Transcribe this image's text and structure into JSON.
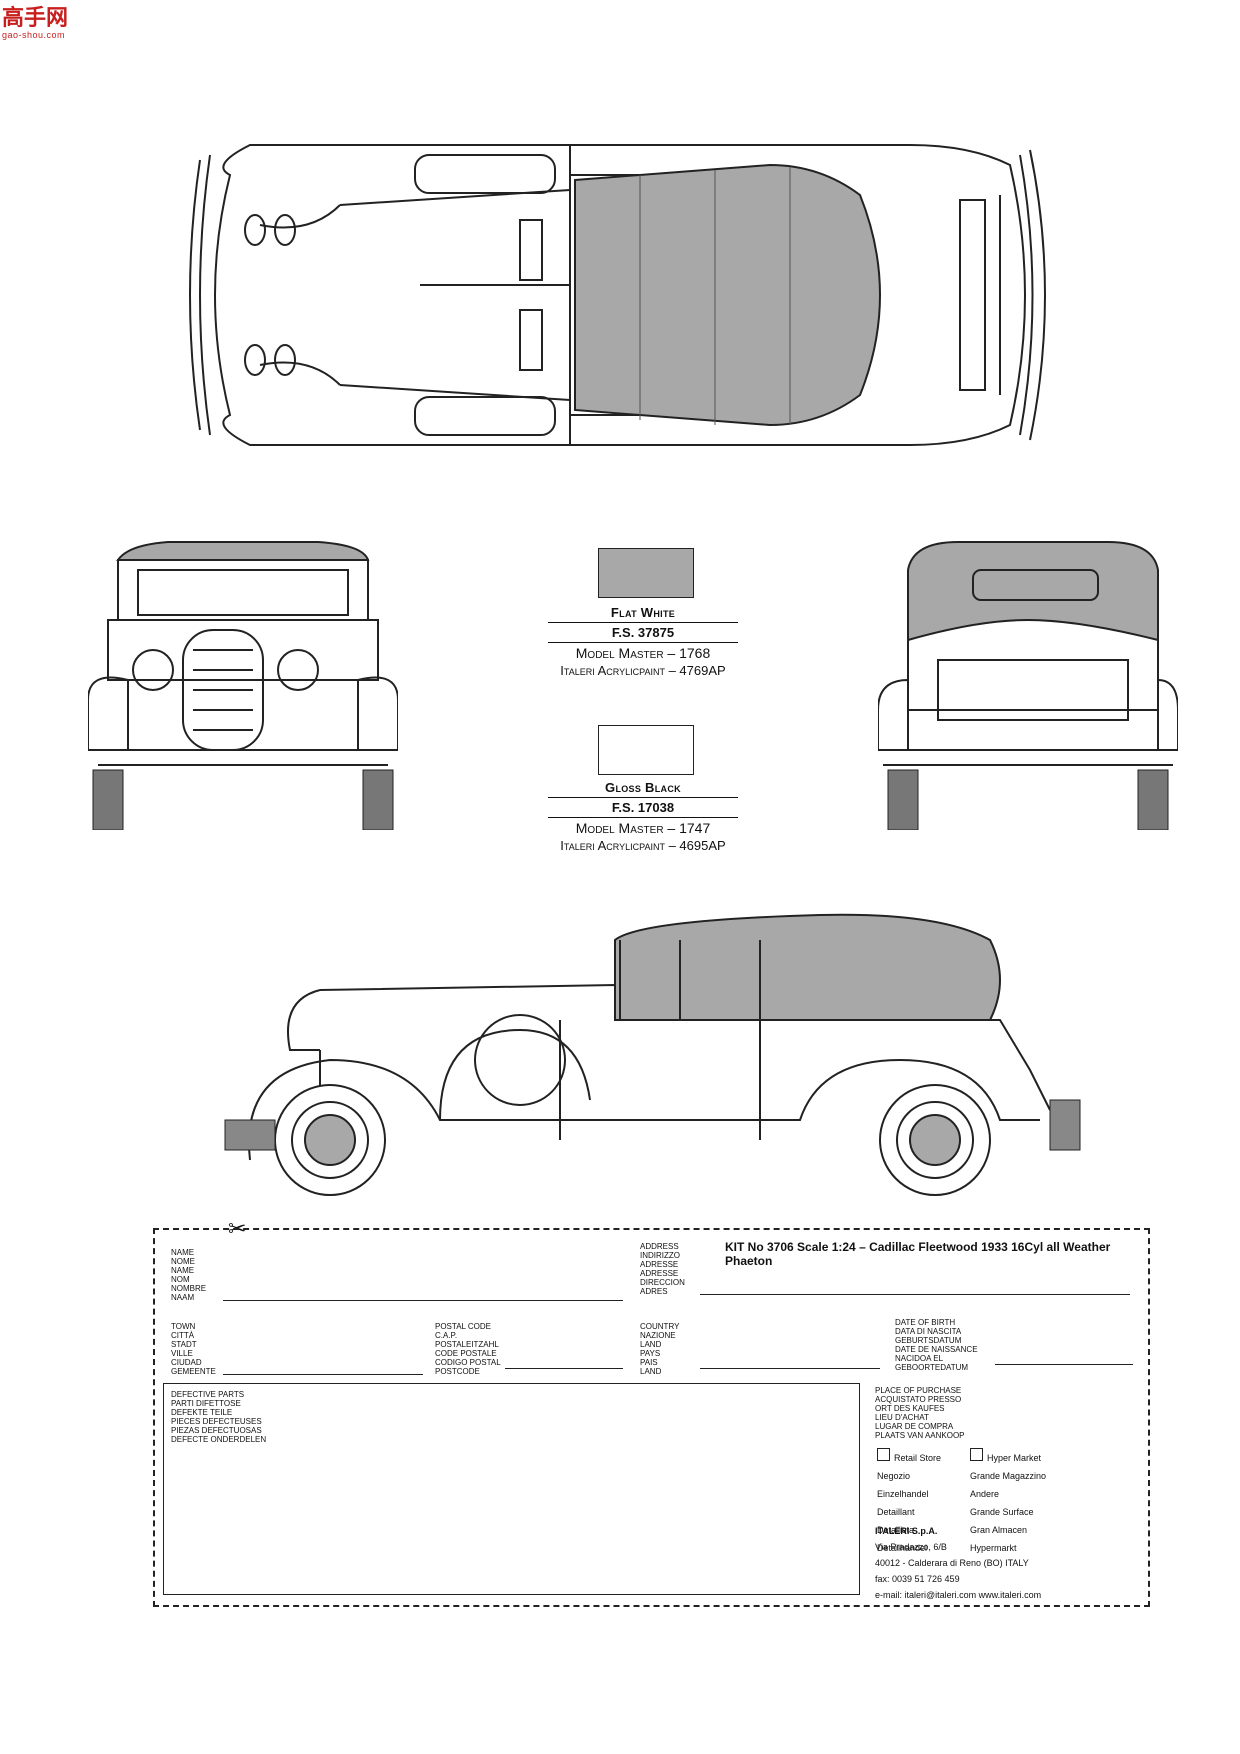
{
  "watermark": {
    "logo_text": "高手网",
    "url_text": "gao-shou.com"
  },
  "paints": [
    {
      "name": "Flat White",
      "fs": "F.S. 37875",
      "model_master": "Model Master – 1768",
      "italeri": "Italeri Acrylicpaint – 4769AP",
      "swatch_color": "#a8a8a8"
    },
    {
      "name": "Gloss Black",
      "fs": "F.S. 17038",
      "model_master": "Model Master – 1747",
      "italeri": "Italeri Acrylicpaint – 4695AP",
      "swatch_color": "#ffffff"
    }
  ],
  "form": {
    "kit_title": "KIT No 3706 Scale 1:24 – Cadillac Fleetwood 1933 16Cyl all Weather Phaeton",
    "name_labels": "NAME\nNOME\nNAME\nNOM\nNOMBRE\nNAAM",
    "address_labels": "ADDRESS\nINDIRIZZO\nADRESSE\nADRESSE\nDIRECCION\nADRES",
    "town_labels": "TOWN\nCITTÀ\nSTADT\nVILLE\nCIUDAD\nGEMEENTE",
    "postal_labels": "POSTAL CODE\nC.A.P.\nPOSTALEITZAHL\nCODE POSTALE\nCODIGO POSTAL\nPOSTCODE",
    "country_labels": "COUNTRY\nNAZIONE\nLAND\nPAYS\nPAIS\nLAND",
    "birth_labels": "DATE OF BIRTH\nDATA DI NASCITA\nGEBURTSDATUM\nDATE DE NAISSANCE\nNACIDOA EL\nGEBOORTEDATUM",
    "defective_labels": "DEFECTIVE PARTS\nPARTI DIFETTOSE\nDEFEKTE TEILE\nPIECES DEFECTEUSES\nPIEZAS DEFECTUOSAS\nDEFECTE ONDERDELEN",
    "purchase_labels": "PLACE OF PURCHASE\nACQUISTATO PRESSO\nORT DES KAUFES\nLIEU D'ACHAT\nLUGAR DE COMPRA\nPLAATS VAN AANKOOP",
    "retail_store": "Retail Store\nNegozio\nEinzelhandel\nDetaillant\nDetallista\nDetailhandel",
    "hyper_market": "Hyper Market\nGrande Magazzino\nAndere\nGrande Surface\nGran Almacen\nHypermarkt",
    "company": "ITALERI S.p.A.",
    "street": "Via Pradazzo, 6/B",
    "city": "40012 - Calderara di Reno (BO) ITALY",
    "fax": "fax: 0039 51 726 459",
    "contact": "e-mail: italeri@italeri.com   www.italeri.com"
  }
}
